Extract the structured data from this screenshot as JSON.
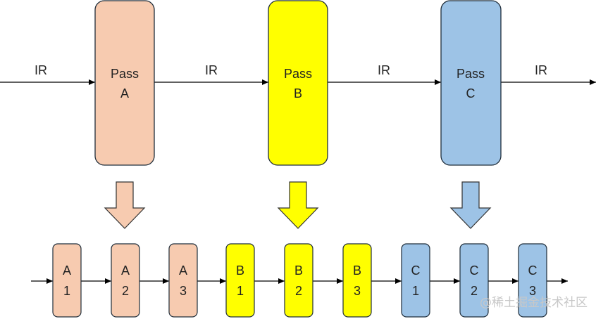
{
  "colors": {
    "a_fill": "#f7cbb0",
    "b_fill": "#ffff00",
    "c_fill": "#9dc3e6",
    "line": "#000000",
    "box_stroke": "#1f2d3a"
  },
  "ir_labels": [
    "IR",
    "IR",
    "IR",
    "IR"
  ],
  "passes": [
    {
      "line1": "Pass",
      "line2": "A"
    },
    {
      "line1": "Pass",
      "line2": "B"
    },
    {
      "line1": "Pass",
      "line2": "C"
    }
  ],
  "sub_passes": [
    {
      "letter": "A",
      "num": "1"
    },
    {
      "letter": "A",
      "num": "2"
    },
    {
      "letter": "A",
      "num": "3"
    },
    {
      "letter": "B",
      "num": "1"
    },
    {
      "letter": "B",
      "num": "2"
    },
    {
      "letter": "B",
      "num": "3"
    },
    {
      "letter": "C",
      "num": "1"
    },
    {
      "letter": "C",
      "num": "2"
    },
    {
      "letter": "C",
      "num": "3"
    }
  ],
  "watermark": "@稀土掘金技术社区"
}
